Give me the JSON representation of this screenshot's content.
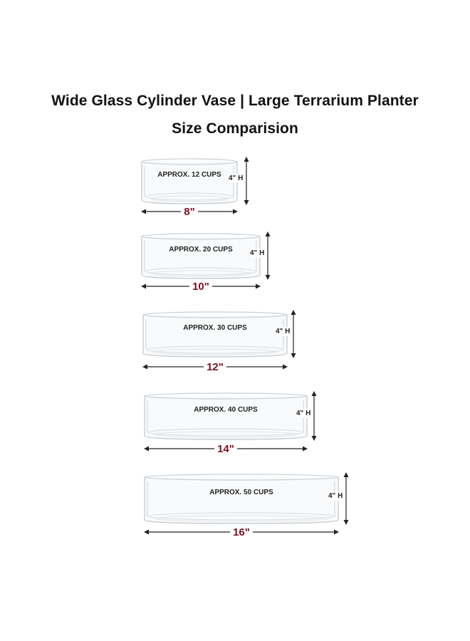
{
  "header": {
    "title": "Wide Glass Cylinder Vase | Large Terrarium Planter",
    "subtitle": "Size Comparision"
  },
  "vases": [
    {
      "capacity": "APPROX. 12 CUPS",
      "width": "8\"",
      "height": "4\" H"
    },
    {
      "capacity": "APPROX. 20 CUPS",
      "width": "10\"",
      "height": "4\" H"
    },
    {
      "capacity": "APPROX. 30 CUPS",
      "width": "12\"",
      "height": "4\" H"
    },
    {
      "capacity": "APPROX. 40 CUPS",
      "width": "14\"",
      "height": "4\" H"
    },
    {
      "capacity": "APPROX. 50 CUPS",
      "width": "16\"",
      "height": "4\" H"
    }
  ],
  "colors": {
    "width_label": "#7a1020",
    "text": "#111111",
    "glass": "#c9ced3"
  }
}
